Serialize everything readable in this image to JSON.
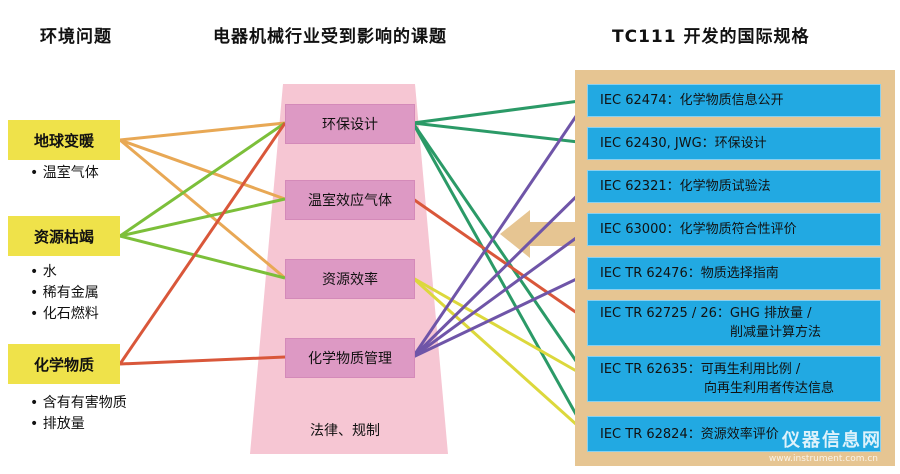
{
  "headers": {
    "env_issues": "环境问题",
    "industry_topics": "电器机械行业受到影响的课题",
    "tc111_standards": "TC111 开发的国际规格"
  },
  "left": {
    "items": [
      {
        "label": "地球变暖",
        "bullets": [
          "温室气体"
        ]
      },
      {
        "label": "资源枯竭",
        "bullets": [
          "水",
          "稀有金属",
          "化石燃料"
        ]
      },
      {
        "label": "化学物质",
        "bullets": [
          "含有有害物质",
          "排放量"
        ]
      }
    ]
  },
  "middle": {
    "items": [
      "环保设计",
      "温室效应气体",
      "资源效率",
      "化学物质管理"
    ],
    "footer": "法律、规制"
  },
  "right": {
    "items": [
      {
        "lines": [
          "IEC 62474：化学物质信息公开"
        ]
      },
      {
        "lines": [
          "IEC 62430, JWG：环保设计"
        ]
      },
      {
        "lines": [
          "IEC 62321：化学物质试验法"
        ]
      },
      {
        "lines": [
          "IEC 63000：化学物质符合性评价"
        ]
      },
      {
        "lines": [
          "IEC TR 62476：物质选择指南"
        ]
      },
      {
        "lines": [
          "IEC TR 62725 / 26：GHG 排放量 /",
          "削减量计算方法"
        ]
      },
      {
        "lines": [
          "IEC TR 62635：可再生利用比例 /",
          "向再生利用者传达信息"
        ]
      },
      {
        "lines": [
          "IEC TR 62824：资源效率评价"
        ]
      }
    ]
  },
  "watermark": {
    "text": "仪器信息网",
    "sub": "www.instrument.com.cn"
  },
  "colors": {
    "left_box": "#efe24a",
    "middle_box": "#dd99c4",
    "trapezoid": "#f6c6d3",
    "right_box": "#22a9e2",
    "panel": "#e6c592",
    "orange_line": "#e8a855",
    "red_line": "#d9573a",
    "green_line": "#7cbf3a",
    "teal_line": "#2b9a67",
    "purple_line": "#6f55a8",
    "yellow_line": "#dcd83c"
  }
}
